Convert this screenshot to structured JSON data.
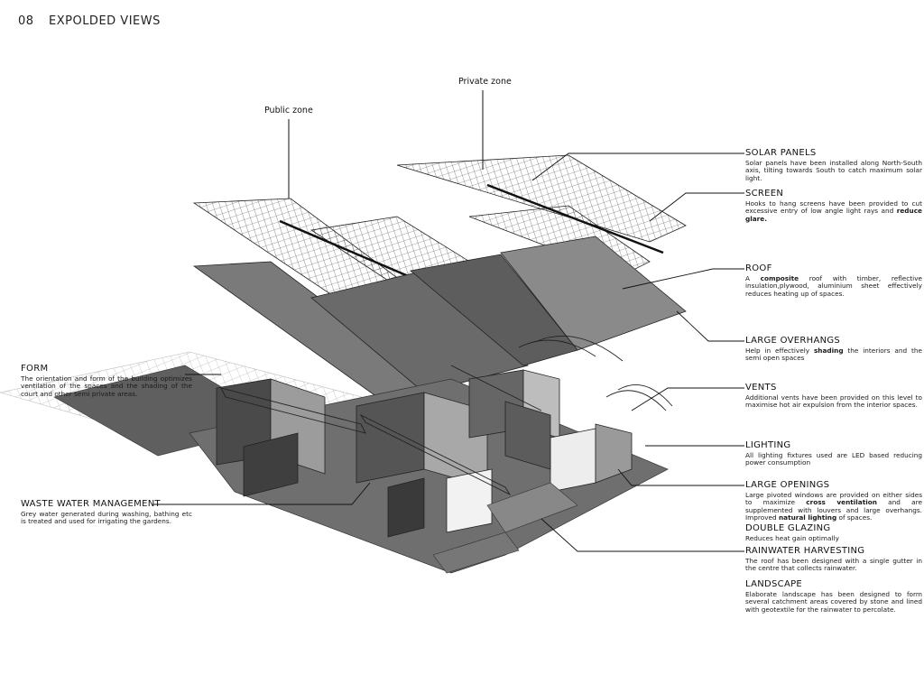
{
  "page_number": "08",
  "page_title": "EXPOLDED VIEWS",
  "zones": {
    "public": "Public zone",
    "private": "Private zone"
  },
  "labels": [
    {
      "id": "solar-panels",
      "title": "SOLAR PANELS",
      "parts": [
        [
          "Solar panels have been installed along North-South axis, tilting towards South to catch maximum solar light.",
          false
        ]
      ]
    },
    {
      "id": "screen",
      "title": "SCREEN",
      "parts": [
        [
          "Hooks to hang screens have been provided to cut excessive entry of low angle light rays and ",
          false
        ],
        [
          "reduce glare.",
          true
        ]
      ]
    },
    {
      "id": "roof",
      "title": "ROOF",
      "parts": [
        [
          "A ",
          false
        ],
        [
          "composite",
          true
        ],
        [
          " roof with timber, reflective insulation,plywood, aluminium sheet effectively reduces heating up of spaces.",
          false
        ]
      ]
    },
    {
      "id": "large-overhangs",
      "title": "LARGE OVERHANGS",
      "parts": [
        [
          "Help in effectively ",
          false
        ],
        [
          "shading",
          true
        ],
        [
          " the interiors and the semi open spaces",
          false
        ]
      ]
    },
    {
      "id": "vents",
      "title": "VENTS",
      "parts": [
        [
          "Additional vents have been provided on this level to maximise hot air expulsion from the interior spaces.",
          false
        ]
      ]
    },
    {
      "id": "lighting",
      "title": "LIGHTING",
      "parts": [
        [
          "All lighting fixtures used are LED based reducing power consumption",
          false
        ]
      ]
    },
    {
      "id": "large-openings",
      "title": "LARGE OPENINGS",
      "parts": [
        [
          "Large pivoted windows are provided on either sides to maximize ",
          false
        ],
        [
          "cross ventilation",
          true
        ],
        [
          " and are supplemented with louvers and large overhangs. Improved ",
          false
        ],
        [
          "natural lighting",
          true
        ],
        [
          " of spaces.",
          false
        ]
      ]
    },
    {
      "id": "double-glazing",
      "title": "DOUBLE GLAZING",
      "parts": [
        [
          "Reduces heat gain optimally",
          false
        ]
      ]
    },
    {
      "id": "rainwater-harvesting",
      "title": "RAINWATER HARVESTING",
      "parts": [
        [
          "The roof has been designed with a single gutter in the centre that collects rainwater.",
          false
        ]
      ]
    },
    {
      "id": "landscape",
      "title": "LANDSCAPE",
      "parts": [
        [
          "Elaborate landscape has been designed to form several catchment areas covered by stone and lined with geotextile for the rainwater to percolate.",
          false
        ]
      ]
    },
    {
      "id": "form",
      "title": "FORM",
      "parts": [
        [
          "The orientation and form of the building optimizes ventilation of the spaces and the shading of the court and other semi private areas.",
          false
        ]
      ]
    },
    {
      "id": "waste-water-management",
      "title": "WASTE WATER MANAGEMENT",
      "parts": [
        [
          "Grey water generated during washing, bathing etc is treated and used for irrigating the gardens.",
          false
        ]
      ]
    }
  ]
}
